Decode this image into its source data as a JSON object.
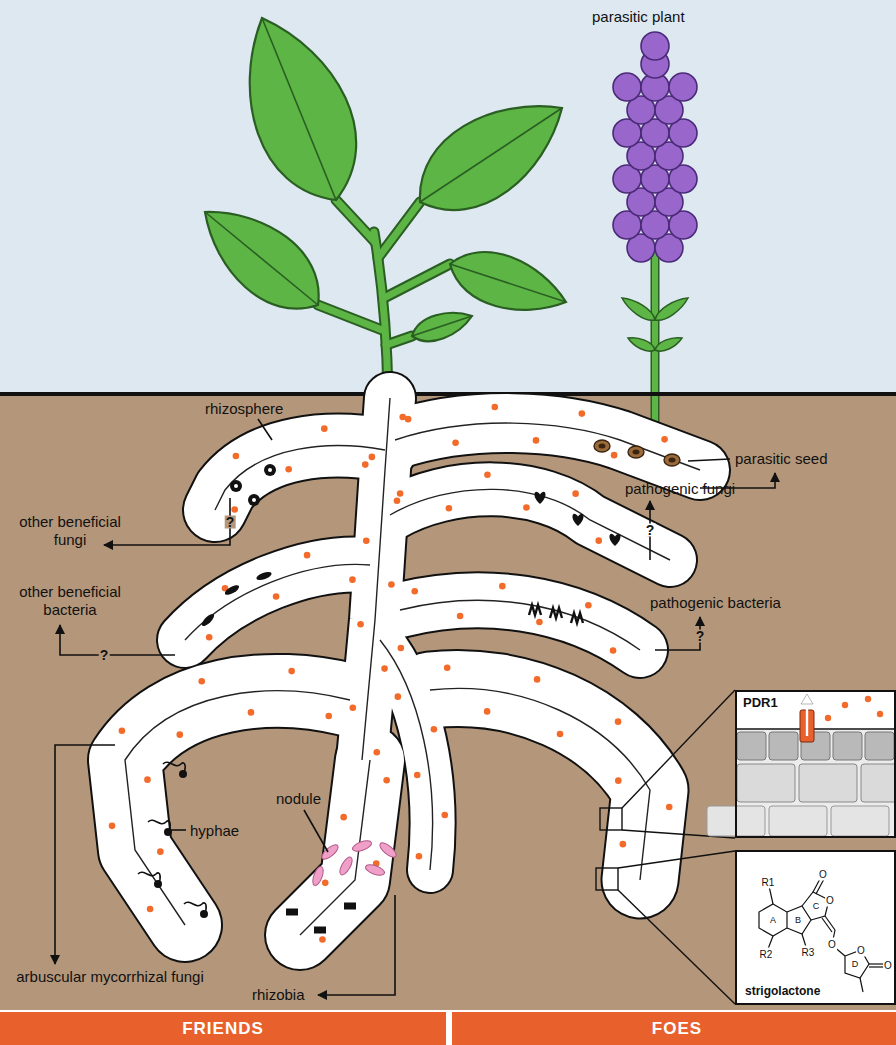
{
  "diagram": {
    "nodes": [
      {
        "text": [
          "PDR1"
        ]
      },
      {
        "text": [
          "strigolactone"
        ]
      },
      {
        "text": [
          "FRIENDS"
        ]
      },
      {
        "text": [
          "FOES"
        ]
      }
    ],
    "labels": [
      "parasitic plant",
      "rhizosphere",
      "parasitic seed",
      "other beneficial fungi",
      "?",
      "pathogenic fungi",
      "?",
      "other beneficial bacteria",
      "?",
      "pathogenic bacteria",
      "?",
      "hyphae",
      "arbuscular mycorrhizal fungi",
      "nodule",
      "rhizobia",
      "R1",
      "R2",
      "R3",
      "A",
      "B",
      "C",
      "D",
      "O",
      "O",
      "O",
      "O",
      "O"
    ]
  }
}
